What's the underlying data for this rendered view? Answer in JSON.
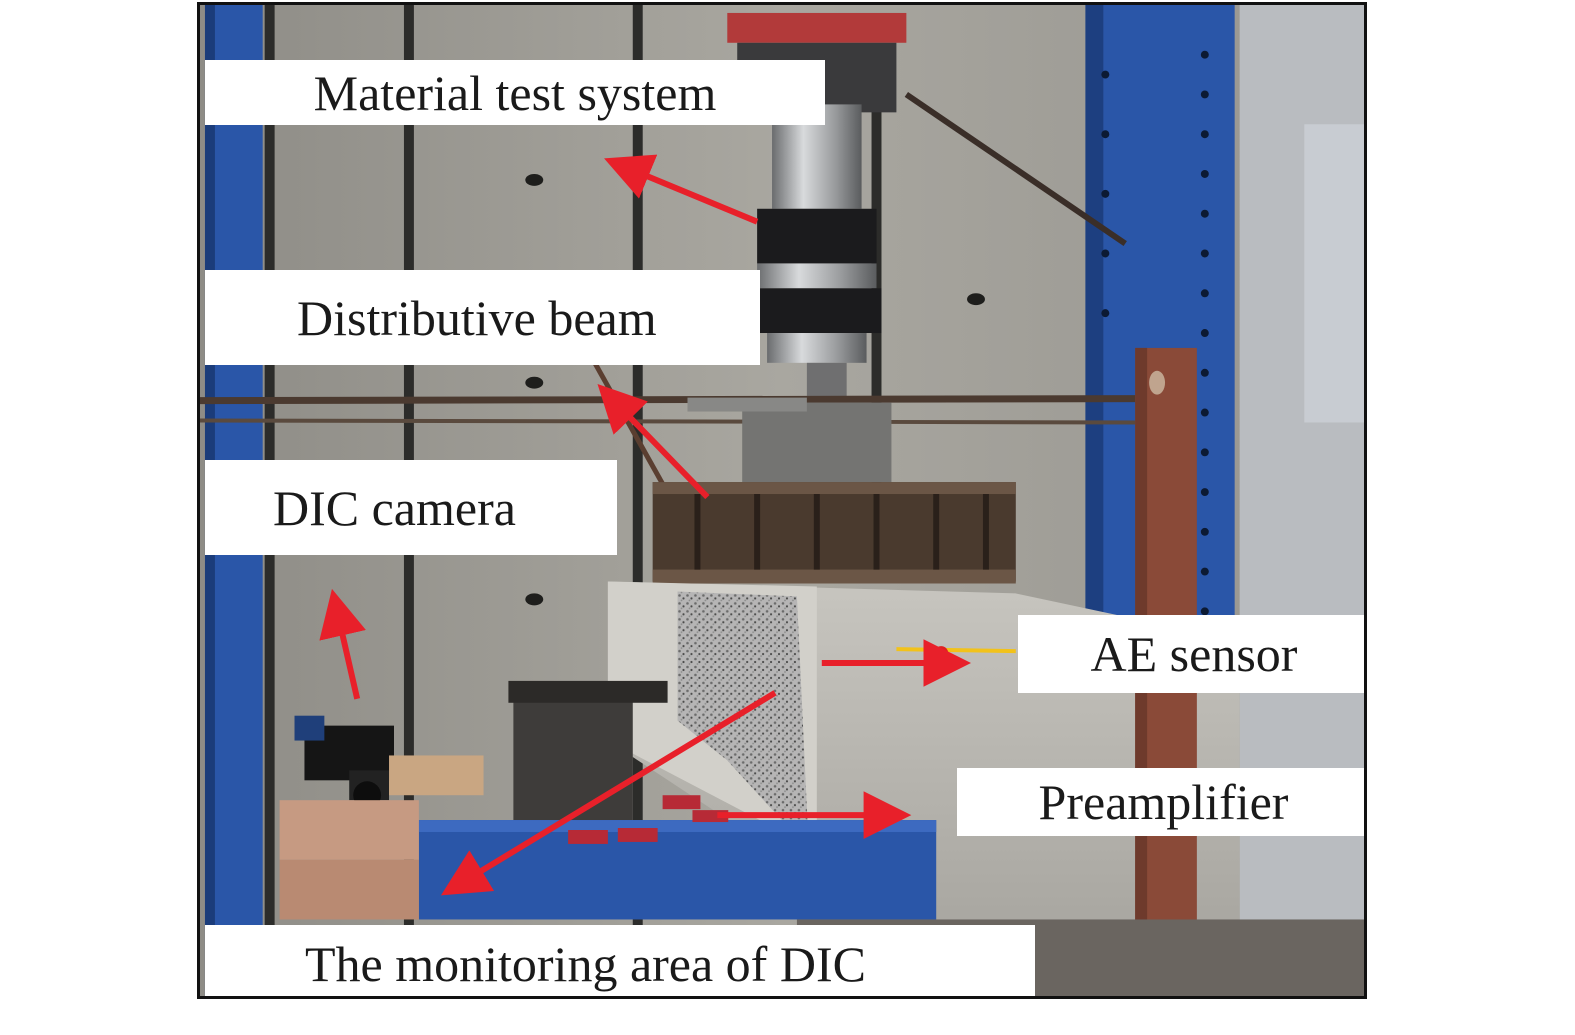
{
  "labels": {
    "material_test_system": "Material test system",
    "distributive_beam": "Distributive beam",
    "dic_camera": "DIC camera",
    "ae_sensor": "AE sensor",
    "preamplifier": "Preamplifier",
    "dic_monitoring_area": "The monitoring area of DIC"
  },
  "colors": {
    "arrow": "#e8202a",
    "label_background": "#ffffff",
    "label_text": "#1a1a1a",
    "frame_border": "#111111",
    "steel_frame_blue": "#2a56a8",
    "rust_column": "#8a4a38"
  }
}
